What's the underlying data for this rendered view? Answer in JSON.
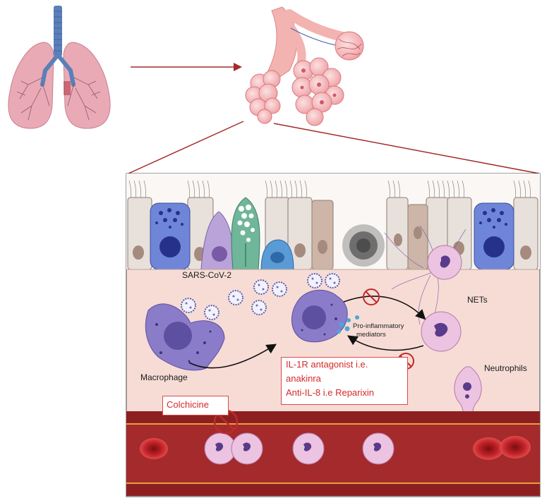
{
  "labels": {
    "sars": "SARS-CoV-2",
    "nets": "NETs",
    "pro_mediators_line1": "Pro-inflammatory",
    "pro_mediators_line2": "mediators",
    "macrophage": "Macrophage",
    "neutrophils": "Neutrophils"
  },
  "drugs": {
    "line1": "IL-1R antagonist i.e.",
    "line2": "anakinra",
    "line3": "Anti-IL-8 i.e Reparixin",
    "colchicine": "Colchicine"
  },
  "colors": {
    "arrow": "#a52a2a",
    "drug_text": "#d42a2a",
    "tissue": "#f7dcd6",
    "vessel": "#8e1f21",
    "vessel_lumen": "#a42a2c",
    "epithelium": "#e8e0da",
    "lung": "#e7a7b4",
    "trachea": "#5b7fb8"
  }
}
